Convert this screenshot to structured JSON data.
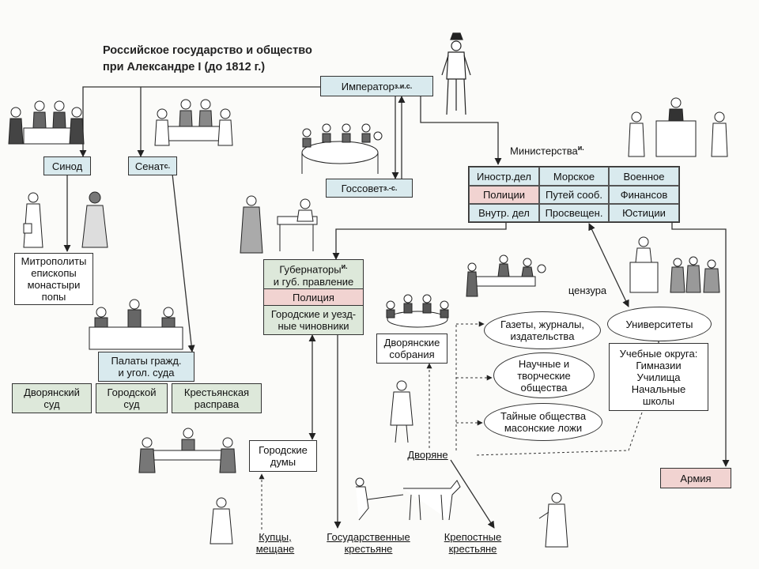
{
  "title": {
    "line1": "Российское государство и общество",
    "line2": "при Александре I (до 1812 г.)"
  },
  "emperor": {
    "label": "Император",
    "sup": "з.и.с."
  },
  "ministries_label": {
    "label": "Министерства",
    "sup": "и."
  },
  "synod": "Синод",
  "senate": {
    "label": "Сенат",
    "sup": "с."
  },
  "council": {
    "label": "Госсовет",
    "sup": "з.-с."
  },
  "ministries": [
    {
      "name": "Иностр.дел",
      "color": "#d9eaee"
    },
    {
      "name": "Морское",
      "color": "#d9eaee"
    },
    {
      "name": "Военное",
      "color": "#d9eaee"
    },
    {
      "name": "Полиции",
      "color": "#f1d3d1"
    },
    {
      "name": "Путей сооб.",
      "color": "#d9eaee"
    },
    {
      "name": "Финансов",
      "color": "#d9eaee"
    },
    {
      "name": "Внутр. дел",
      "color": "#d9eaee"
    },
    {
      "name": "Просвещен.",
      "color": "#d9eaee"
    },
    {
      "name": "Юстиции",
      "color": "#d9eaee"
    }
  ],
  "clergy": {
    "line1": "Митрополиты",
    "line2": "епископы",
    "line3": "монастыри",
    "line4": "попы"
  },
  "governors": {
    "line1": "Губернаторы",
    "sup": "и.",
    "line2": "и губ. правление"
  },
  "police": "Полиция",
  "officials": {
    "line1": "Городские и уезд-",
    "line2": "ные чиновники"
  },
  "censorship": "цензура",
  "newspapers": {
    "line1": "Газеты, журналы,",
    "line2": "издательства"
  },
  "universities": "Университеты",
  "societies": {
    "line1": "Научные и",
    "line2": "творческие",
    "line3": "общества"
  },
  "secret": {
    "line1": "Тайные общества",
    "line2": "масонские ложи"
  },
  "districts": {
    "line1": "Учебные округа:",
    "line2": "Гимназии",
    "line3": "Училища",
    "line4": "Начальные",
    "line5": "школы"
  },
  "noble_assembly": {
    "line1": "Дворянские",
    "line2": "собрания"
  },
  "chambers": {
    "line1": "Палаты гражд.",
    "line2": "и угол. суда"
  },
  "courts": [
    {
      "line1": "Дворянский",
      "line2": "суд"
    },
    {
      "line1": "Городской",
      "line2": "суд"
    },
    {
      "line1": "Крестьянская",
      "line2": "расправа"
    }
  ],
  "city_dumas": {
    "line1": "Городские",
    "line2": "думы"
  },
  "army": "Армия",
  "estates": {
    "nobles": "Дворяне",
    "merchants": {
      "line1": "Купцы,",
      "line2": "мещане"
    },
    "state_peasants": {
      "line1": "Государственные",
      "line2": "крестьяне"
    },
    "serfs": {
      "line1": "Крепостные",
      "line2": "крестьяне"
    }
  },
  "colors": {
    "blue": "#d9eaee",
    "green": "#dde8da",
    "pink": "#f1d3d1",
    "line": "#333333"
  }
}
